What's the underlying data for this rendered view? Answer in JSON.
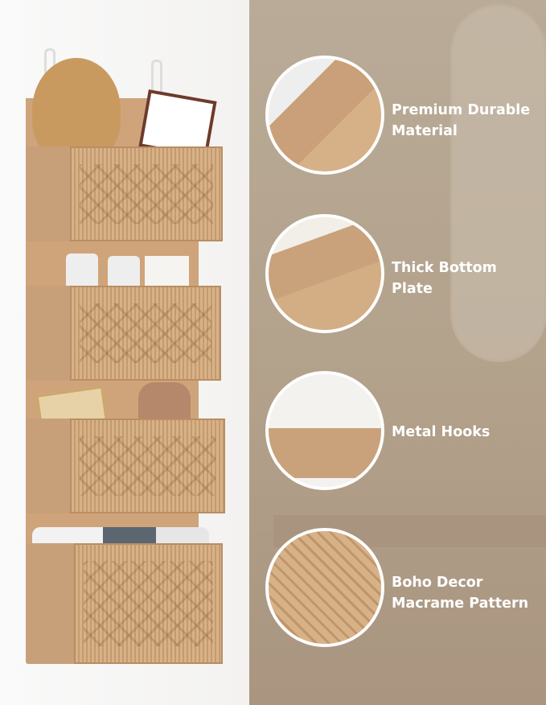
{
  "features": [
    {
      "title": "Premium Durable Material",
      "line1": "Premium Durable",
      "line2": "Material"
    },
    {
      "title": "Thick Bottom Plate",
      "line1": "Thick Bottom",
      "line2": "Plate"
    },
    {
      "title": "Metal Hooks",
      "line1": "Metal Hooks",
      "line2": ""
    },
    {
      "title": "Boho Decor Macrame Pattern",
      "line1": "Boho Decor",
      "line2": "Macrame Pattern"
    }
  ],
  "colors": {
    "background_panel": "#b5a48e",
    "product": "#c7a07a",
    "label_text": "#ffffff"
  }
}
